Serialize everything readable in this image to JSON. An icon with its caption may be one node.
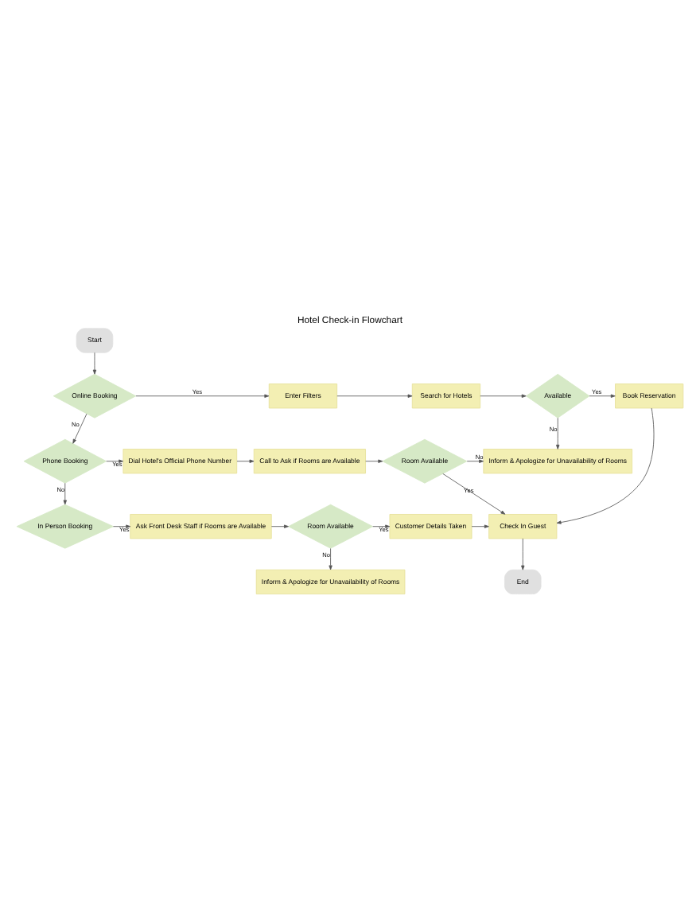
{
  "diagram": {
    "title": "Hotel Check-in Flowchart",
    "nodes": [
      {
        "text": [
          "Start"
        ]
      },
      {
        "text": [
          "Online Booking"
        ]
      },
      {
        "text": [
          "Enter Filters"
        ]
      },
      {
        "text": [
          "Search for Hotels"
        ]
      },
      {
        "text": [
          "Available"
        ]
      },
      {
        "text": [
          "Book Reservation"
        ]
      },
      {
        "text": [
          "Phone Booking"
        ]
      },
      {
        "text": [
          "Dial Hotel's Official Phone Number"
        ]
      },
      {
        "text": [
          "Call to Ask if Rooms are Available"
        ]
      },
      {
        "text": [
          "Room Available"
        ]
      },
      {
        "text": [
          "Inform & Apologize for Unavailability of Rooms"
        ]
      },
      {
        "text": [
          "In Person Booking"
        ]
      },
      {
        "text": [
          "Ask Front Desk Staff if Rooms are Available"
        ]
      },
      {
        "text": [
          "Room Available"
        ]
      },
      {
        "text": [
          "Customer Details Taken"
        ]
      },
      {
        "text": [
          "Check In Guest"
        ]
      },
      {
        "text": [
          "Inform & Apologize for Unavailability of Rooms"
        ]
      },
      {
        "text": [
          "End"
        ]
      }
    ],
    "edges": [
      {
        "from": 0,
        "to": 1,
        "arrow": "to"
      },
      {
        "from": 1,
        "to": 2,
        "arrow": "to",
        "label": "Yes"
      },
      {
        "from": 2,
        "to": 3,
        "arrow": "to"
      },
      {
        "from": 3,
        "to": 4,
        "arrow": "to"
      },
      {
        "from": 4,
        "to": 5,
        "arrow": "to",
        "label": "Yes"
      },
      {
        "from": 4,
        "to": 10,
        "arrow": "to",
        "label": "No"
      },
      {
        "from": 5,
        "to": 15,
        "arrow": "to"
      },
      {
        "from": 1,
        "to": 6,
        "arrow": "to",
        "label": "No"
      },
      {
        "from": 6,
        "to": 7,
        "arrow": "to",
        "label": "Yes"
      },
      {
        "from": 7,
        "to": 8,
        "arrow": "to"
      },
      {
        "from": 8,
        "to": 9,
        "arrow": "to"
      },
      {
        "from": 9,
        "to": 10,
        "arrow": "to",
        "label": "No"
      },
      {
        "from": 9,
        "to": 15,
        "arrow": "to",
        "label": "Yes"
      },
      {
        "from": 6,
        "to": 11,
        "arrow": "to",
        "label": "No"
      },
      {
        "from": 11,
        "to": 12,
        "arrow": "to",
        "label": "Yes"
      },
      {
        "from": 12,
        "to": 13,
        "arrow": "to"
      },
      {
        "from": 13,
        "to": 14,
        "arrow": "to",
        "label": "Yes"
      },
      {
        "from": 13,
        "to": 16,
        "arrow": "to",
        "label": "No"
      },
      {
        "from": 14,
        "to": 15,
        "arrow": "to"
      },
      {
        "from": 15,
        "to": 17,
        "arrow": "to"
      }
    ]
  }
}
